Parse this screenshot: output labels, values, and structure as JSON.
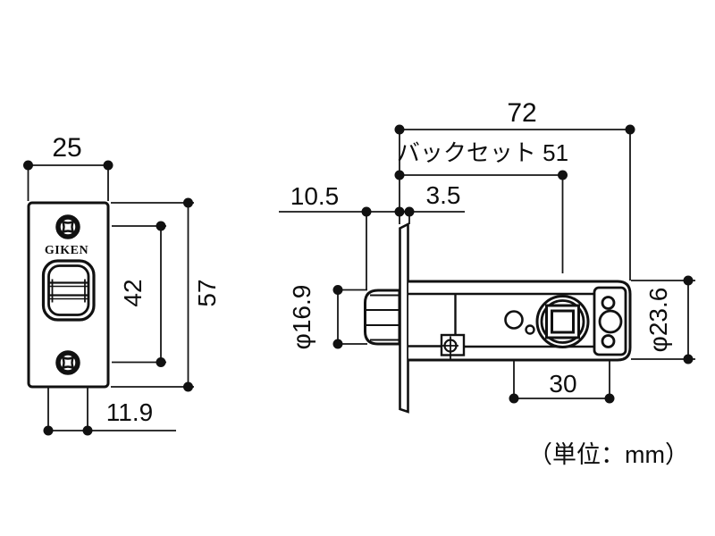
{
  "front_view": {
    "brand": "GIKEN",
    "dims": {
      "faceplate_width": "25",
      "screw_pitch": "42",
      "faceplate_height": "57",
      "bolt_width": "11.9"
    }
  },
  "side_view": {
    "dims": {
      "overall_length": "72",
      "backset": "バックセット 51",
      "bolt_projection": "10.5",
      "faceplate_thickness": "3.5",
      "bolt_diameter": "φ16.9",
      "case_diameter": "φ23.6",
      "hole_pitch": "30"
    }
  },
  "footer": {
    "unit_note": "（単位：mm）"
  }
}
